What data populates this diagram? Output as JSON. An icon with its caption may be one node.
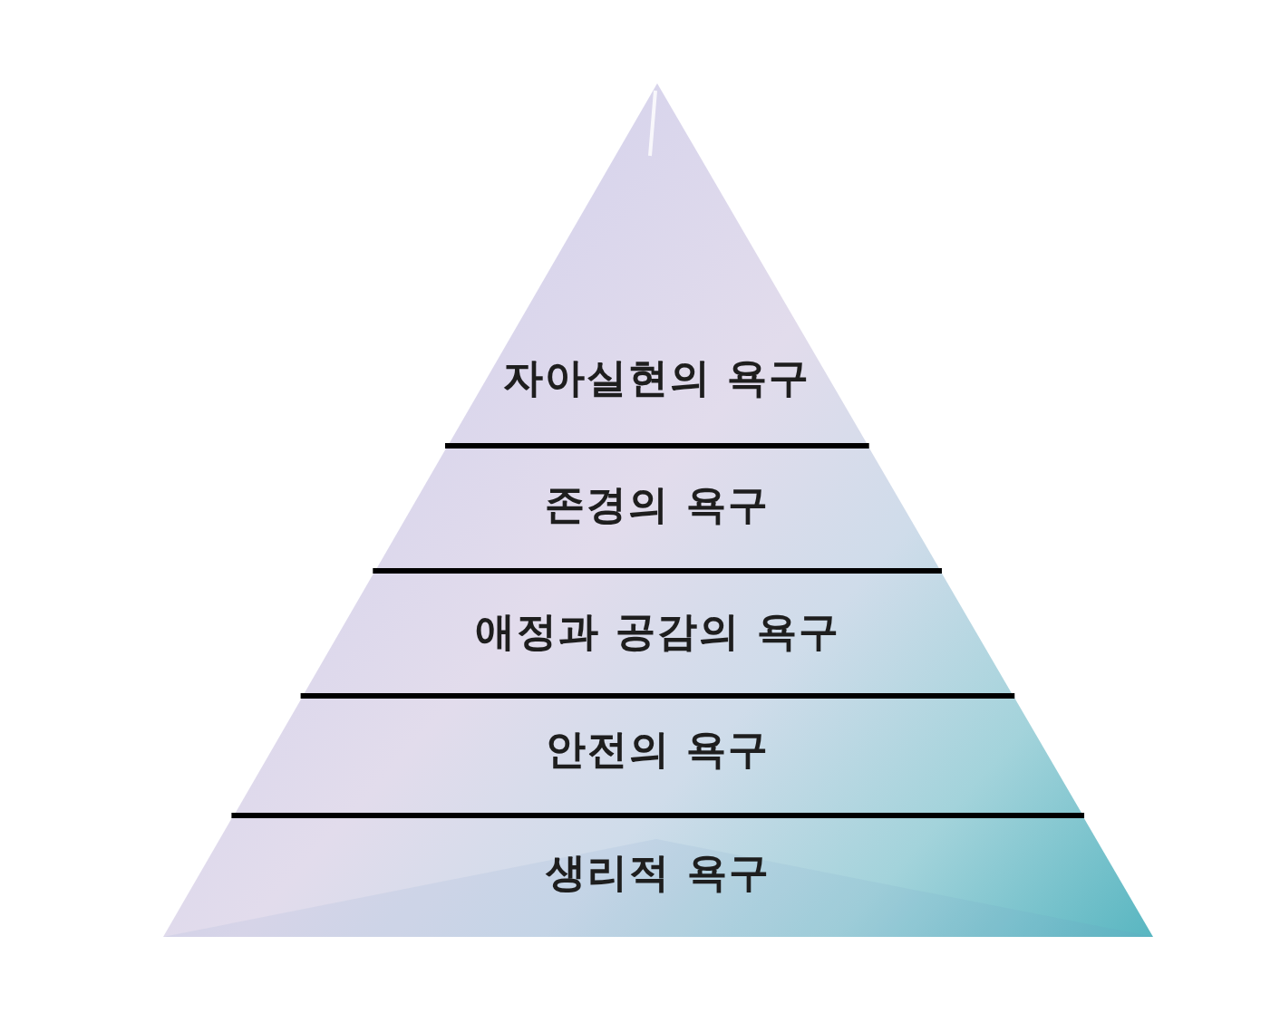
{
  "diagram": {
    "nodes": [
      {
        "text": [
          "자아실현의 욕구"
        ]
      },
      {
        "text": [
          "존경의 욕구"
        ]
      },
      {
        "text": [
          "애정과 공감의 욕구"
        ]
      },
      {
        "text": [
          "안전의 욕구"
        ]
      },
      {
        "text": [
          "생리적 욕구"
        ]
      }
    ]
  }
}
